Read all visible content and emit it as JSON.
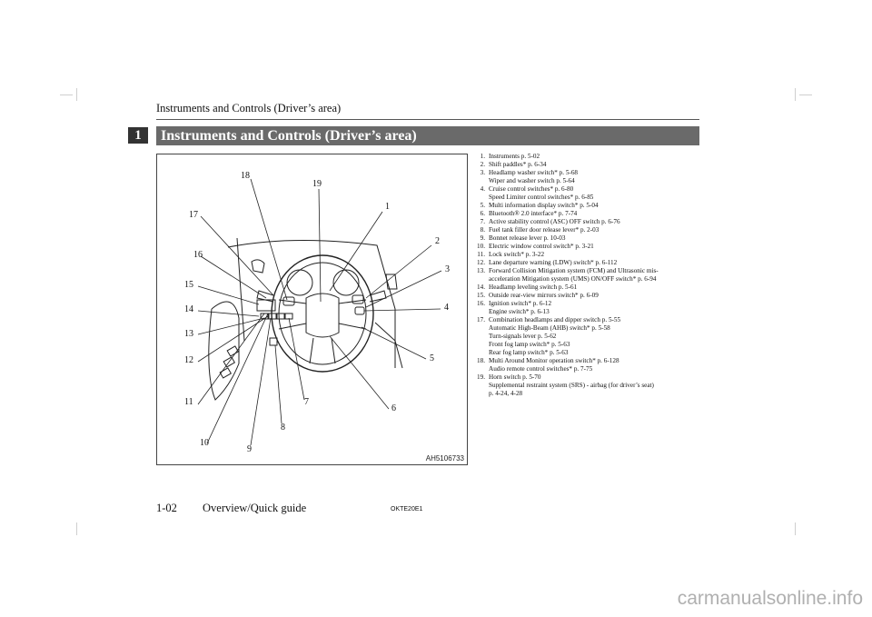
{
  "header": {
    "running_head": "Instruments and Controls (Driver’s area)"
  },
  "chapter": {
    "number": "1",
    "title": "Instruments and Controls (Driver’s area)"
  },
  "figure": {
    "code": "AH5106733",
    "callouts": [
      "1",
      "2",
      "3",
      "4",
      "5",
      "6",
      "7",
      "8",
      "9",
      "10",
      "11",
      "12",
      "13",
      "14",
      "15",
      "16",
      "17",
      "18",
      "19"
    ]
  },
  "legend": [
    {
      "num": "1.",
      "lines": [
        "Instruments p. 5-02"
      ]
    },
    {
      "num": "2.",
      "lines": [
        "Shift paddles* p. 6-34"
      ]
    },
    {
      "num": "3.",
      "lines": [
        "Headlamp washer switch* p. 5-68",
        "Wiper and washer switch p. 5-64"
      ]
    },
    {
      "num": "4.",
      "lines": [
        "Cruise control switches* p. 6-80",
        "Speed Limiter control switches* p. 6-85"
      ]
    },
    {
      "num": "5.",
      "lines": [
        "Multi information display switch* p. 5-04"
      ]
    },
    {
      "num": "6.",
      "lines": [
        "Bluetooth® 2.0 interface* p. 7-74"
      ]
    },
    {
      "num": "7.",
      "lines": [
        "Active stability control (ASC) OFF switch p. 6-76"
      ]
    },
    {
      "num": "8.",
      "lines": [
        "Fuel tank filler door release lever* p. 2-03"
      ]
    },
    {
      "num": "9.",
      "lines": [
        "Bonnet release lever p. 10-03"
      ]
    },
    {
      "num": "10.",
      "lines": [
        "Electric window control switch* p. 3-21"
      ]
    },
    {
      "num": "11.",
      "lines": [
        "Lock switch* p. 3-22"
      ]
    },
    {
      "num": "12.",
      "lines": [
        "Lane departure warning (LDW) switch* p. 6-112"
      ]
    },
    {
      "num": "13.",
      "lines": [
        "Forward Collision Mitigation system (FCM) and Ultrasonic mis-",
        "acceleration Mitigation system (UMS) ON/OFF switch* p. 6-94"
      ]
    },
    {
      "num": "14.",
      "lines": [
        "Headlamp leveling switch p. 5-61"
      ]
    },
    {
      "num": "15.",
      "lines": [
        "Outside rear-view mirrors switch* p. 6-09"
      ]
    },
    {
      "num": "16.",
      "lines": [
        "Ignition switch* p. 6-12",
        "Engine switch* p. 6-13"
      ]
    },
    {
      "num": "17.",
      "lines": [
        "Combination headlamps and dipper switch p. 5-55",
        "Automatic High-Beam (AHB) switch* p. 5-58",
        "Turn-signals lever p. 5-62",
        "Front fog lamp switch* p. 5-63",
        "Rear fog lamp switch* p. 5-63"
      ]
    },
    {
      "num": "18.",
      "lines": [
        "Multi Around Monitor operation switch* p. 6-128",
        "Audio remote control switches* p. 7-75"
      ]
    },
    {
      "num": "19.",
      "lines": [
        "Horn switch p. 5-70",
        "Supplemental restraint system (SRS) - airbag (for driver’s seat)",
        "p. 4-24, 4-28"
      ]
    }
  ],
  "footer": {
    "page": "1-02",
    "section": "Overview/Quick guide",
    "code": "OKTE20E1"
  },
  "watermark": "carmanualsonline.info"
}
